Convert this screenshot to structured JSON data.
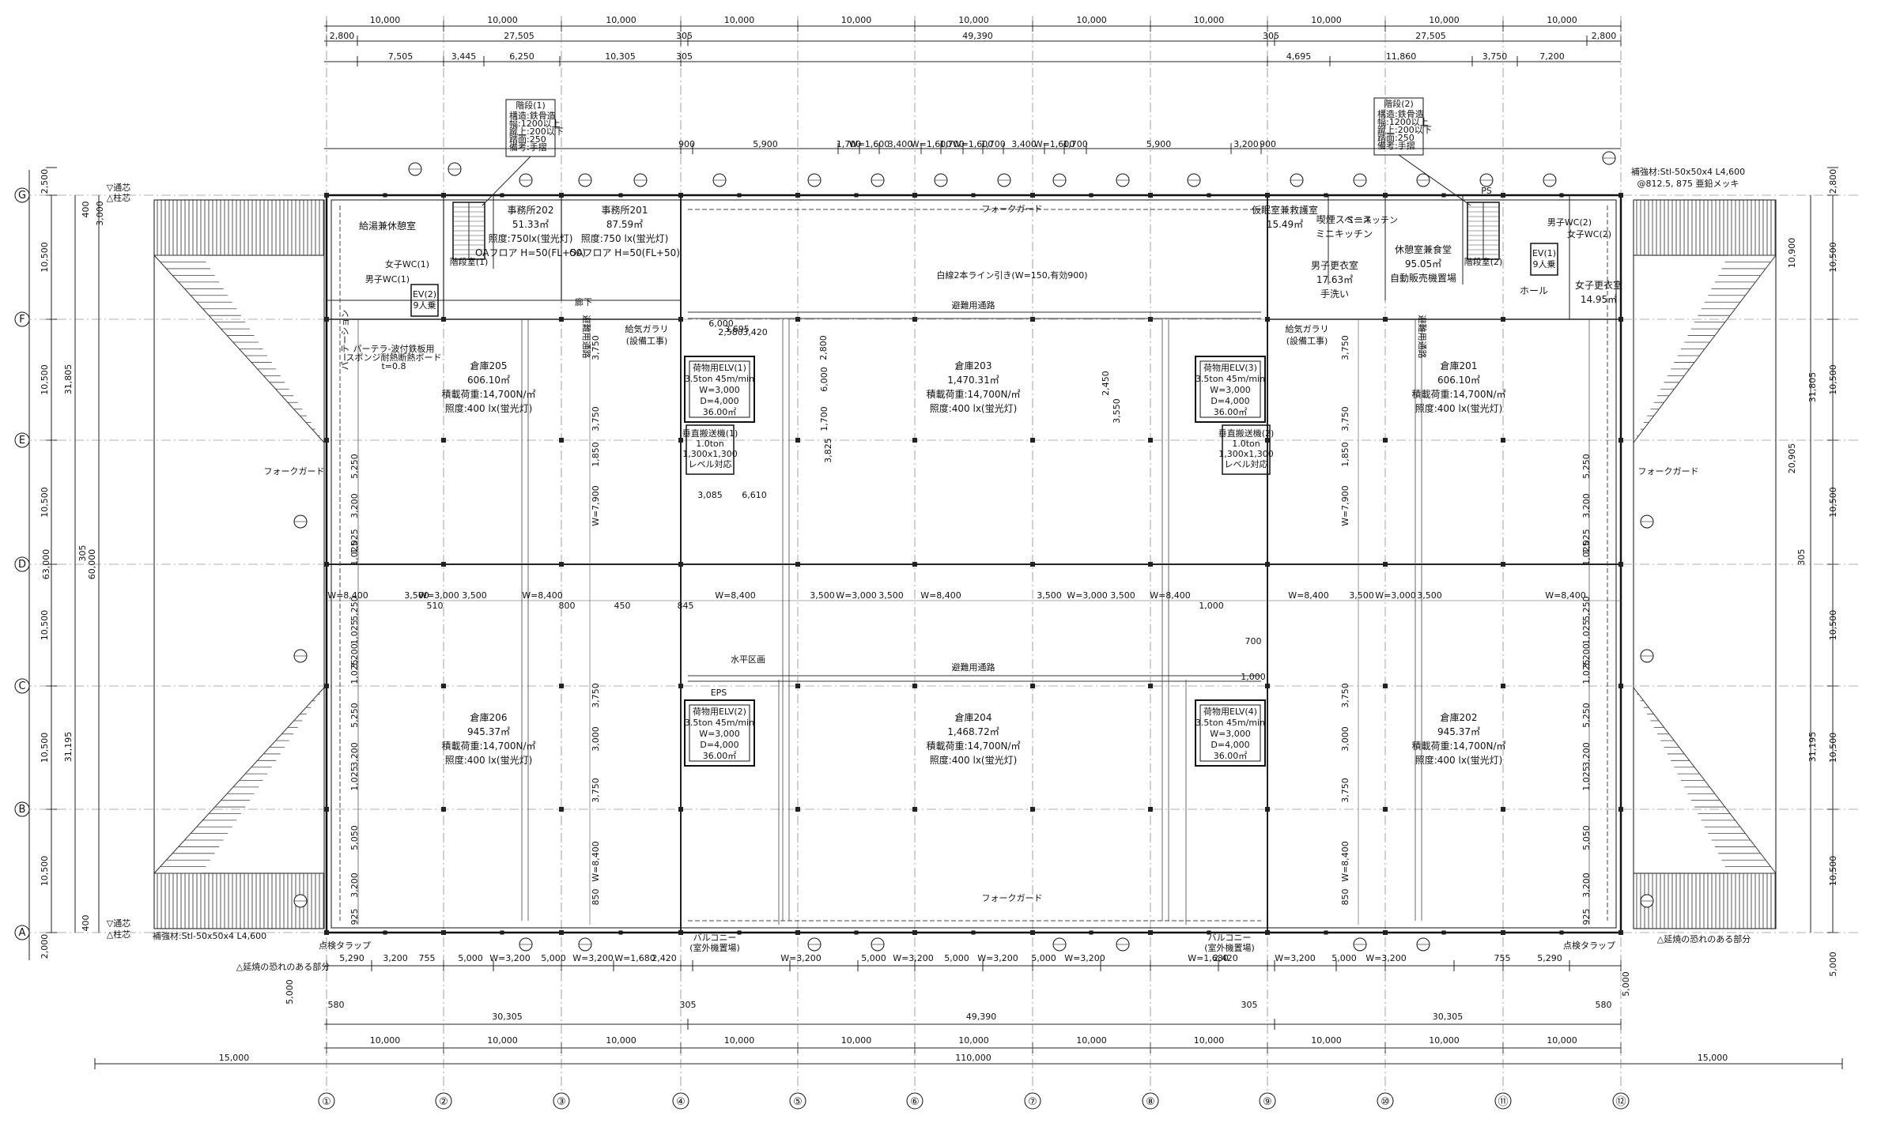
{
  "columns": [
    "①",
    "②",
    "③",
    "④",
    "⑤",
    "⑥",
    "⑦",
    "⑧",
    "⑨",
    "⑩",
    "⑪",
    "⑫"
  ],
  "rows": [
    "G",
    "F",
    "E",
    "D",
    "C",
    "B",
    "A"
  ],
  "top_dims": {
    "bays": [
      "10,000",
      "10,000",
      "10,000",
      "10,000",
      "10,000",
      "10,000",
      "10,000",
      "10,000",
      "10,000",
      "10,000",
      "10,000"
    ],
    "row2": [
      "2,800",
      "27,505",
      "305",
      "49,390",
      "305",
      "27,505",
      "2,800"
    ],
    "row3": [
      "7,505",
      "3,445",
      "6,250",
      "10,305",
      "305",
      "4,695",
      "11,860",
      "3,750",
      "7,200"
    ],
    "row4": [
      "900",
      "5,900",
      "1,700",
      "W=1,600",
      "3,400",
      "W=1,600",
      "1,700",
      "W=1,600",
      "1,700",
      "3,400",
      "W=1,600",
      "1,700",
      "5,900",
      "3,200",
      "900"
    ]
  },
  "bottom_dims": {
    "row1": [
      "5,290",
      "3,200",
      "755",
      "5,000",
      "W=3,200",
      "5,000",
      "W=3,200",
      "W=1,680",
      "2,420",
      "W=3,200",
      "5,000",
      "W=3,200",
      "5,000",
      "W=3,200",
      "5,000",
      "W=3,200",
      "W=1,680",
      "2,420",
      "W=3,200",
      "5,000",
      "W=3,200",
      "755",
      "5,290"
    ],
    "row2": [
      "30,305",
      "49,390",
      "30,305"
    ],
    "row3": [
      "10,000",
      "10,000",
      "10,000",
      "10,000",
      "10,000",
      "10,000",
      "10,000",
      "10,000",
      "10,000",
      "10,000",
      "10,000"
    ],
    "total": "110,000",
    "side": [
      "15,000",
      "15,000"
    ],
    "extra": [
      "305",
      "305",
      "580",
      "580",
      "5,000",
      "5,000"
    ]
  },
  "left_dims": {
    "outer": [
      "2,500",
      "10,500",
      "10,500",
      "10,500",
      "10,500",
      "10,500",
      "10,500",
      "2,000"
    ],
    "mid": [
      "31,805",
      "63,000",
      "60,000",
      "31,195"
    ],
    "small": [
      "400",
      "3,000",
      "400",
      "305"
    ]
  },
  "right_dims": {
    "outer": [
      "2,800",
      "10,500",
      "10,500",
      "10,500",
      "10,500",
      "10,500",
      "10,500",
      "5,000"
    ],
    "mid": [
      "31,805",
      "31,195",
      "20,905"
    ],
    "small": [
      "10,900",
      "305"
    ]
  },
  "rooms": {
    "office202": {
      "name": "事務所202",
      "area": "51.33㎡",
      "lux": "照度:750lx(蛍光灯)",
      "floor": "OAフロア H=50(FL+50)"
    },
    "office201": {
      "name": "事務所201",
      "area": "87.59㎡",
      "lux": "照度:750 lx(蛍光灯)",
      "floor": "OAフロア H=50(FL+50)"
    },
    "kyuto": {
      "name": "給湯兼休憩室"
    },
    "guard": {
      "name": "仮眠室兼救護室",
      "area": "15.49㎡"
    },
    "kyukei": {
      "name": "休憩室兼食堂",
      "area": "95.05㎡",
      "sub": "自動販売機置場"
    },
    "kitsuen": {
      "name": "喫煙スペース",
      "sub": "ミニキッチン"
    },
    "kosui": {
      "name": "男子更衣室",
      "area": "17.63㎡",
      "sub": "手洗い"
    },
    "josei": {
      "name": "女子更衣室",
      "area": "14.95㎡"
    },
    "hall": {
      "name": "ホール"
    },
    "w205": {
      "name": "倉庫205",
      "area": "606.10㎡",
      "load": "積載荷重:14,700N/㎡",
      "lux": "照度:400 lx(蛍光灯)"
    },
    "w203": {
      "name": "倉庫203",
      "area": "1,470.31㎡",
      "load": "積載荷重:14,700N/㎡",
      "lux": "照度:400 lx(蛍光灯)"
    },
    "w201": {
      "name": "倉庫201",
      "area": "606.10㎡",
      "load": "積載荷重:14,700N/㎡",
      "lux": "照度:400 lx(蛍光灯)"
    },
    "w206": {
      "name": "倉庫206",
      "area": "945.37㎡",
      "load": "積載荷重:14,700N/㎡",
      "lux": "照度:400 lx(蛍光灯)"
    },
    "w204": {
      "name": "倉庫204",
      "area": "1,468.72㎡",
      "load": "積載荷重:14,700N/㎡",
      "lux": "照度:400 lx(蛍光灯)"
    },
    "w202": {
      "name": "倉庫202",
      "area": "945.37㎡",
      "load": "積載荷重:14,700N/㎡",
      "lux": "照度:400 lx(蛍光灯)"
    }
  },
  "elevators": {
    "e1": {
      "name": "荷物用ELV(1)",
      "spec": "3.5ton 45m/min",
      "w": "W=3,000",
      "d": "D=4,000",
      "area": "36.00㎡"
    },
    "e2": {
      "name": "荷物用ELV(2)",
      "spec": "3.5ton 45m/min",
      "w": "W=3,000",
      "d": "D=4,000",
      "area": "36.00㎡"
    },
    "e3": {
      "name": "荷物用ELV(3)",
      "spec": "3.5ton 45m/min",
      "w": "W=3,000",
      "d": "D=4,000",
      "area": "36.00㎡"
    },
    "e4": {
      "name": "荷物用ELV(4)",
      "spec": "3.5ton 45m/min",
      "w": "W=3,000",
      "d": "D=4,000",
      "area": "36.00㎡"
    },
    "v1": {
      "name": "垂直搬送機(1)",
      "spec": "1.0ton",
      "sub": "1,300x1,300",
      "sub2": "レベル対応"
    },
    "v2": {
      "name": "垂直搬送機(2)",
      "spec": "1.0ton",
      "sub": "1,300x1,300",
      "sub2": "レベル対応"
    },
    "evp1": {
      "name": "EV(2)",
      "sub": "9人乗"
    },
    "evp2": {
      "name": "EV(1)",
      "sub": "9人乗"
    }
  },
  "stairs": {
    "s1": {
      "name": "階段(1)",
      "notes": [
        "構造:鉄骨造",
        "幅:1200以上",
        "蹴上:200以下",
        "踏面:250",
        "備考:手摺"
      ]
    },
    "s2": {
      "name": "階段(2)",
      "notes": [
        "構造:鉄骨造",
        "幅:1200以上",
        "蹴上:200以下",
        "踏面:250",
        "備考:手摺"
      ]
    },
    "s1_label": "階段室(1)",
    "s2_label": "階段室(2)"
  },
  "labels": {
    "forkguard": "フォークガード",
    "whiteline": "白線2本ライン引き(W=150,有効900)",
    "evac": "避難用通路",
    "balcony": "バルコニー",
    "balcony_sub": "(室外機置場)",
    "kyuki": "給気ガラリ",
    "kyuki_sub": "(設備工事)",
    "rouka": "廊下",
    "reinforce_l": "補強材:Stl-50x50x4 L4,600",
    "reinforce_r": "補強材:Stl-50x50x4 L4,600",
    "reinforce_sub": "@812.5, 875 亜鉛メッキ",
    "enshou": "△延焼の恐れのある部分",
    "tenken": "点検タラップ",
    "outer_col": "▽通芯",
    "outer_col2": "△柱芯",
    "siten": "水平区画",
    "eps": "EPS",
    "panel": "パーテーション",
    "panel_note": "パーテラ-波付鉄板用",
    "panel_note2": "スポンジ耐熱断熱ボード",
    "panel_note3": "t=0.8",
    "wc_m": "男子WC(1)",
    "wc_f": "女子WC(1)",
    "wc_m2": "男子WC(2)",
    "wc_f2": "女子WC(2)",
    "mini": "ミニキッチン",
    "ps": "PS"
  },
  "warehouse_dims": {
    "w_left": [
      "W=8,400",
      "3,500",
      "W=3,000",
      "3,500",
      "W=8,400"
    ],
    "w_mid": [
      "W=8,400",
      "3,500",
      "W=3,000",
      "3,500",
      "W=8,400",
      "3,500",
      "W=3,000",
      "3,500",
      "W=8,400"
    ],
    "w_right": [
      "W=8,400",
      "3,500",
      "W=3,000",
      "3,500",
      "W=8,400"
    ],
    "v_left": [
      "5,250",
      "3,200",
      "1,025",
      "1,025",
      "5,250",
      "1,025",
      "3,200",
      "1,025",
      "5,250",
      "3,200",
      "1,025",
      "5,050",
      "3,200",
      "925"
    ],
    "v_inner": [
      "3,750",
      "3,750",
      "1,850",
      "W=7,900",
      "3,750",
      "3,000",
      "3,750",
      "W=8,400",
      "850"
    ],
    "elev_dims": [
      "6,000",
      "3,420",
      "3,695",
      "2,580",
      "3,085",
      "6,610",
      "2,800",
      "6,000",
      "3,825",
      "1,700",
      "2,450",
      "3,550"
    ],
    "misc": [
      "510",
      "800",
      "450",
      "845",
      "1,000",
      "700",
      "1,000"
    ]
  }
}
